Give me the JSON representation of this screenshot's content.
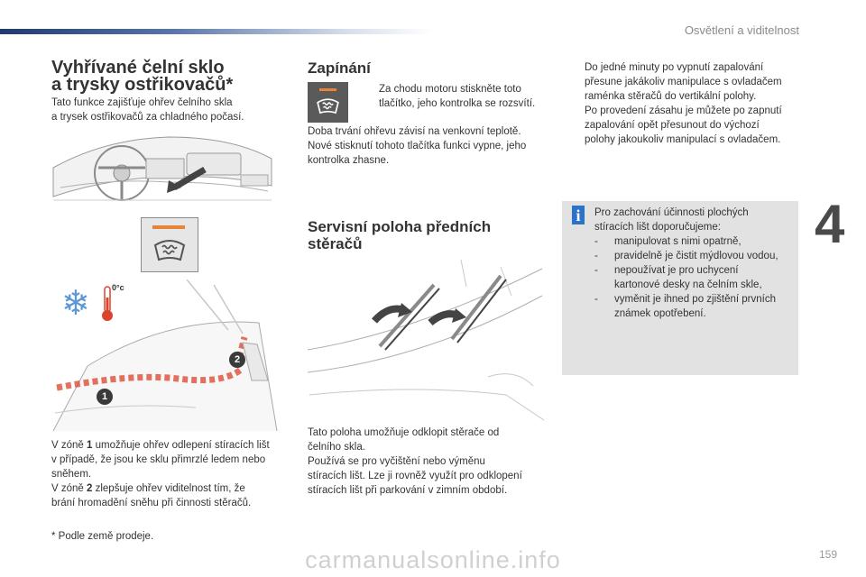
{
  "header": {
    "section_title": "Osvětlení a viditelnost",
    "chapter_number": "4",
    "page_number": "159"
  },
  "left": {
    "title_line1": "Vyhřívané čelní sklo",
    "title_line2": "a trysky ostřikovačů*",
    "intro_line1": "Tato funkce zajišťuje ohřev čelního skla",
    "intro_line2": "a trysek ostřikovačů za chladného počasí.",
    "temp_label": "0°c",
    "callout_1": "1",
    "callout_2": "2",
    "zone1_prefix": "V zóně ",
    "zone1_num": "1",
    "zone1_l1_rest": " umožňuje ohřev odlepení stíracích lišt",
    "zone1_l2": "v případě, že jsou ke sklu přimrzlé ledem nebo",
    "zone1_l3": "sněhem.",
    "zone2_prefix": "V zóně ",
    "zone2_num": "2",
    "zone2_l1_rest": " zlepšuje ohřev viditelnost tím, že",
    "zone2_l2": "brání hromadění sněhu při činnosti stěračů.",
    "footnote": "* Podle země prodeje."
  },
  "middle": {
    "title_on": "Zapínání",
    "bullet_marker": "",
    "on_bullet_l1": "Za chodu motoru stiskněte toto",
    "on_bullet_l2": "tlačítko, jeho kontrolka se rozsvítí.",
    "duration_l1": "Doba trvání ohřevu závisí na venkovní teplotě.",
    "duration_l2": "Nové stisknutí tohoto tlačítka funkci vypne, jeho",
    "duration_l3": "kontrolka zhasne.",
    "title_service_l1": "Servisní poloha předních",
    "title_service_l2": "stěračů",
    "service_l1": "Tato poloha umožňuje odklopit stěrače od",
    "service_l2": "čelního skla.",
    "service_l3": "Používá se pro vyčištění nebo výměnu",
    "service_l4": "stíracích lišt. Lze ji rovněž využít pro odklopení",
    "service_l5": "stíracích lišt při parkování v zimním období."
  },
  "right": {
    "b1_l1": "Do jedné minuty po vypnutí zapalování",
    "b1_l2": "přesune jakákoliv manipulace s ovladačem",
    "b1_l3": "raménka stěračů do vertikální polohy.",
    "b2_l1": "Po provedení zásahu je můžete po zapnutí",
    "b2_l2": "zapalování opět přesunout do výchozí",
    "b2_l3": "polohy jakoukoliv manipulací s ovladačem."
  },
  "info": {
    "icon_letter": "i",
    "intro_l1": "Pro zachování účinnosti plochých",
    "intro_l2": "stíracích lišt doporučujeme:",
    "dash": "-",
    "items": [
      {
        "l1": "manipulovat s nimi opatrně,",
        "l2": ""
      },
      {
        "l1": "pravidelně je čistit mýdlovou vodou,",
        "l2": ""
      },
      {
        "l1": "nepoužívat je pro uchycení",
        "l2": "kartonové desky na čelním skle,"
      },
      {
        "l1": "vyměnit je ihned po zjištění prvních",
        "l2": "známek opotřebení."
      }
    ]
  },
  "footer": {
    "watermark": "carmanualsonline.info"
  },
  "colors": {
    "accent_blue": "#2c72c6",
    "button_orange": "#e8833a",
    "heat_red": "#d9442b",
    "button_bg": "#5a5a5a",
    "info_bg": "#e2e2e2"
  }
}
